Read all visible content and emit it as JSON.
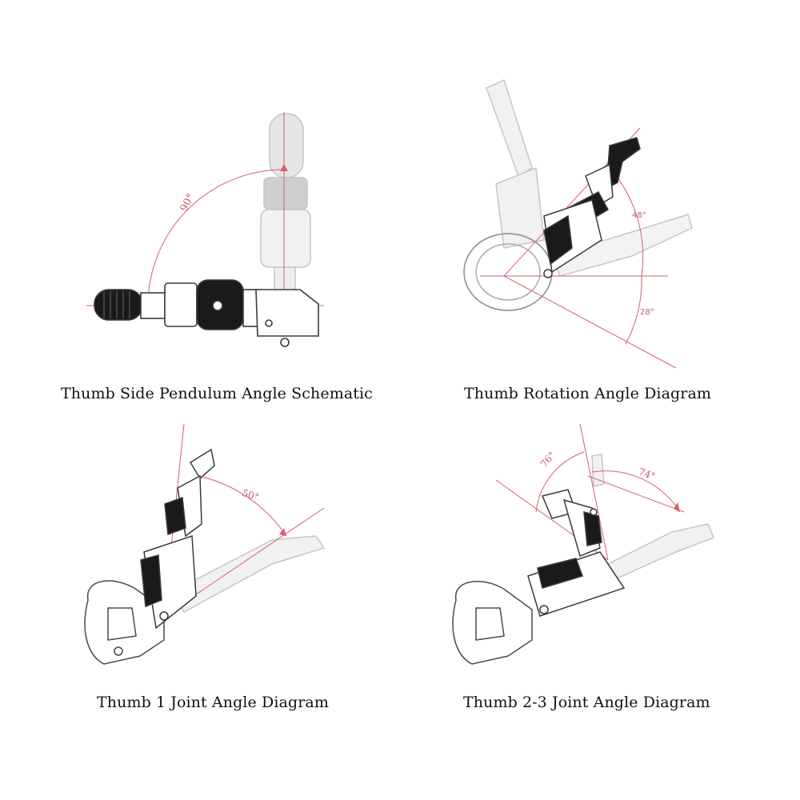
{
  "panels": [
    {
      "caption": "Thumb Side Pendulum Angle Schematic",
      "angles": [
        "90°"
      ]
    },
    {
      "caption": "Thumb Rotation Angle Diagram",
      "angles": [
        "48°",
        "28°"
      ]
    },
    {
      "caption": "Thumb 1 Joint Angle Diagram",
      "angles": [
        "50°"
      ]
    },
    {
      "caption": "Thumb 2-3 Joint Angle Diagram",
      "angles": [
        "76°",
        "74°"
      ]
    }
  ],
  "colors": {
    "angle_line": "#d6606f",
    "ghost": "#c8c8c8",
    "outline": "#4a4a4a",
    "grip": "#1a1a1a"
  }
}
